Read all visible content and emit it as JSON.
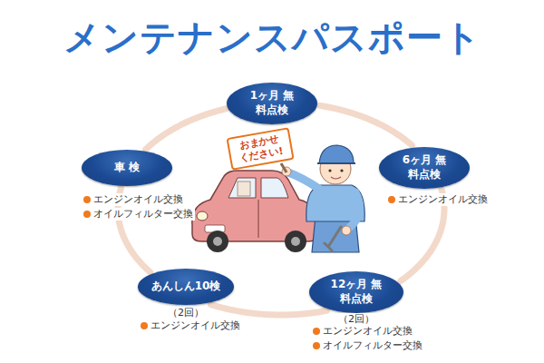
{
  "diagram": {
    "title": "メンテナンスパスポート",
    "nodes": [
      {
        "text": [
          "1ヶ月 無料点検"
        ]
      },
      {
        "text": [
          "6ヶ月 無料点検"
        ]
      },
      {
        "text": [
          "12ヶ月 無料点検"
        ]
      },
      {
        "text": [
          "あんしん10検"
        ]
      },
      {
        "text": [
          "車 検"
        ]
      }
    ],
    "edges": [
      {
        "from": 0,
        "to": 1,
        "arrow": "none"
      },
      {
        "from": 1,
        "to": 2,
        "arrow": "none"
      },
      {
        "from": 2,
        "to": 3,
        "arrow": "none"
      },
      {
        "from": 3,
        "to": 4,
        "arrow": "none"
      },
      {
        "from": 4,
        "to": 0,
        "arrow": "none"
      }
    ],
    "labels": [
      "おまかせ ください!",
      "エンジンオイル交換",
      "オイルフィルター交換",
      "エンジンオイル交換",
      "（2回）",
      "エンジンオイル交換",
      "（2回）",
      "エンジンオイル交換",
      "オイルフィルター交換"
    ]
  }
}
